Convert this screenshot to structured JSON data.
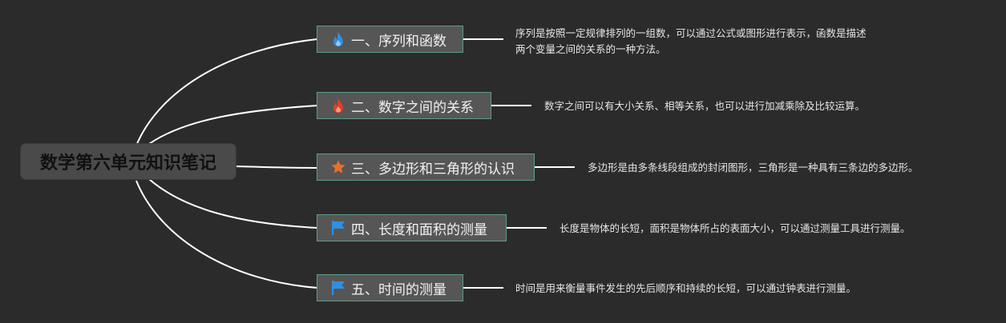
{
  "root": {
    "title": "数学第六单元知识笔记"
  },
  "branches": [
    {
      "label": "一、序列和函数",
      "icon": "blue-flame-icon",
      "note": [
        "序列是按照一定规律排列的一组数，可以通过公式或图形进行表示，函数是描述",
        "两个变量之间的关系的一种方法。"
      ]
    },
    {
      "label": "二、数字之间的关系",
      "icon": "red-flame-icon",
      "note": [
        "数字之间可以有大小关系、相等关系，也可以进行加减乘除及比较运算。"
      ]
    },
    {
      "label": "三、多边形和三角形的认识",
      "icon": "orange-star-icon",
      "note": [
        "多边形是由多条线段组成的封闭图形，三角形是一种具有三条边的多边形。"
      ]
    },
    {
      "label": "四、长度和面积的测量",
      "icon": "blue-flag-icon",
      "note": [
        "长度是物体的长短，面积是物体所占的表面大小，可以通过测量工具进行测量。"
      ]
    },
    {
      "label": "五、时间的测量",
      "icon": "blue-flag-icon",
      "note": [
        "时间是用来衡量事件发生的先后顺序和持续的长短，可以通过钟表进行测量。"
      ]
    }
  ],
  "colors": {
    "background": "#2b2b2b",
    "root_fill": "#4a4a4a",
    "branch_fill": "#565656",
    "branch_border": "#5f9c8c",
    "link": "#ffffff",
    "blue_icon": "#2f8fe0",
    "red_icon": "#e0402a",
    "orange_icon": "#e8702a"
  }
}
